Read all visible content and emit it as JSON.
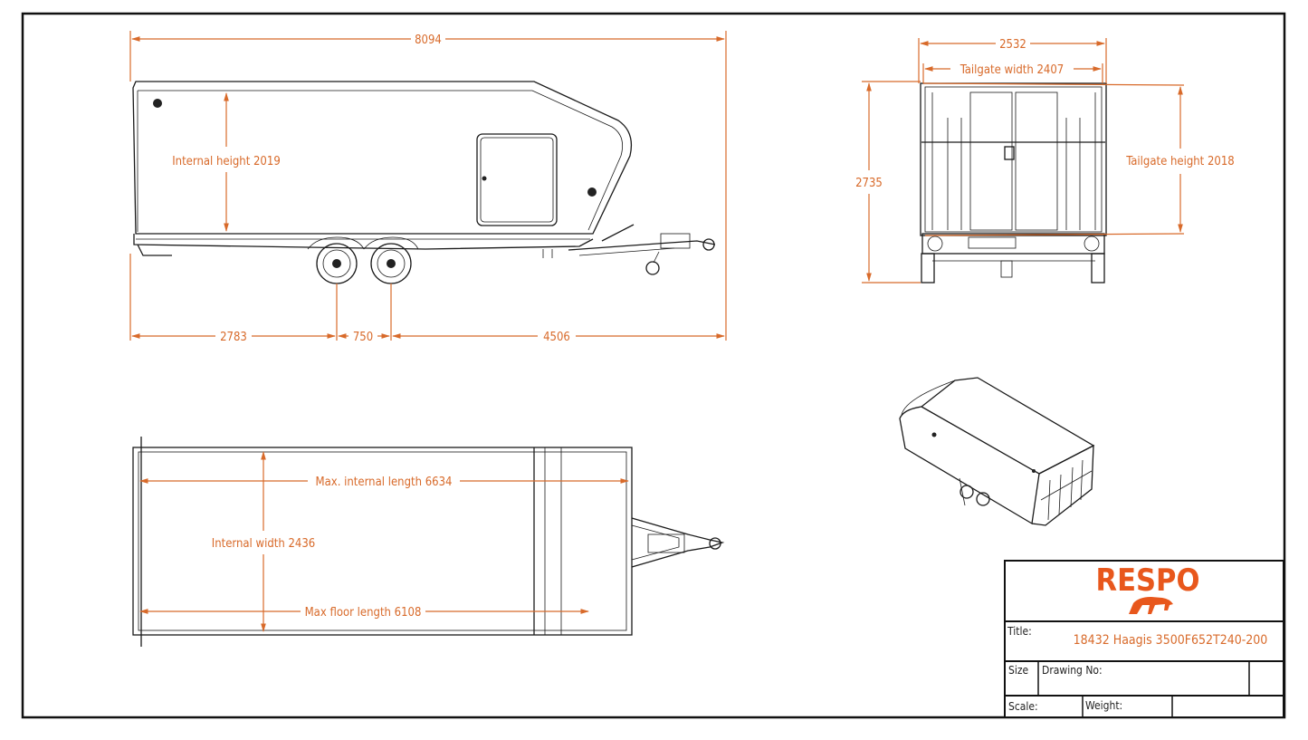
{
  "colors": {
    "dimension": "#d86a2a",
    "line": "#1a1a1a",
    "logo": "#e8571c"
  },
  "side_view": {
    "overall_length": "8094",
    "internal_height_label": "Internal height  2019",
    "dist_front": "2783",
    "axle_spacing": "750",
    "dist_rear": "4506"
  },
  "rear_view": {
    "overall_width": "2532",
    "tailgate_width_label": "Tailgate width   2407",
    "overall_height": "2735",
    "tailgate_height_label": "Tailgate height  2018"
  },
  "top_view": {
    "max_internal_length_label": "Max. internal length    6634",
    "internal_width_label": "Internal width    2436",
    "max_floor_length_label": "Max floor length  6108"
  },
  "title_block": {
    "logo_text": "RESPO",
    "title_label": "Title:",
    "title_value": "18432 Haagis 3500F652T240-200",
    "size_label": "Size",
    "drawing_no_label": "Drawing No:",
    "scale_label": "Scale:",
    "weight_label": "Weight:"
  }
}
